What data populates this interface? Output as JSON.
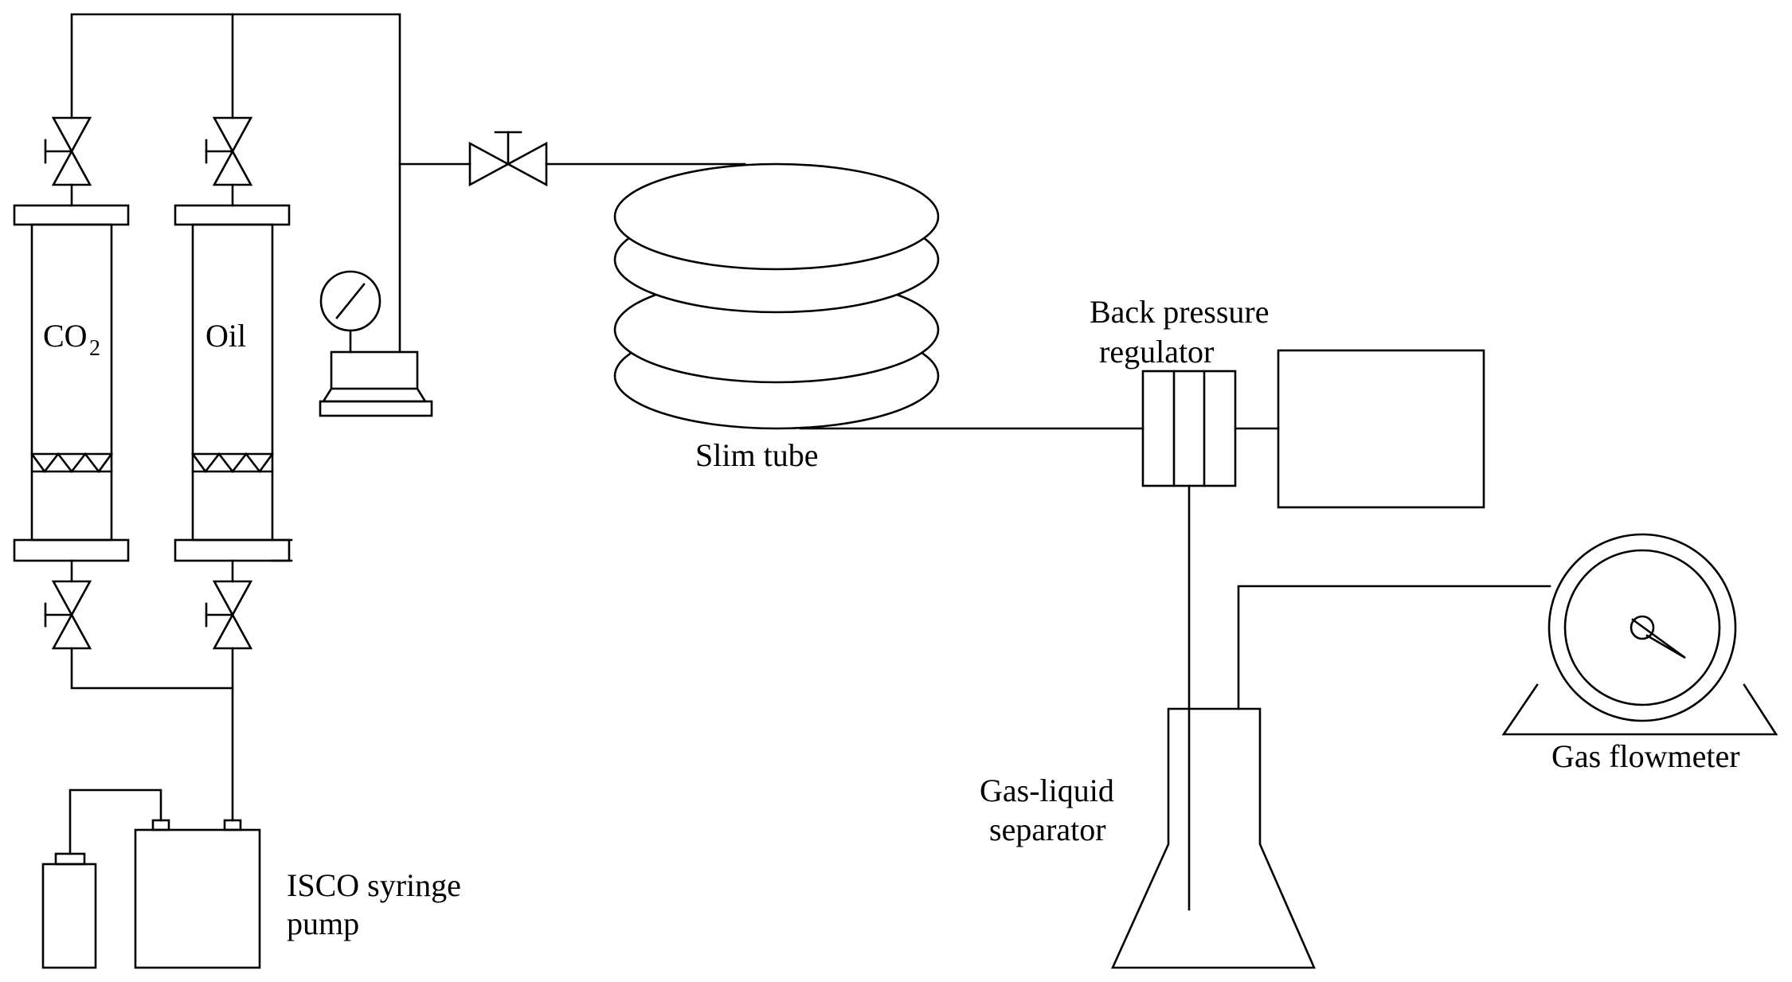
{
  "labels": {
    "co2": "CO",
    "co2_subscript": "2",
    "oil": "Oil",
    "slim_tube": "Slim tube",
    "bpr_line1": "Back pressure",
    "bpr_line2": "regulator",
    "gas_liquid_line1": "Gas-liquid",
    "gas_liquid_line2": "separator",
    "gas_flowmeter": "Gas flowmeter",
    "isco_line1": "ISCO syringe",
    "isco_line2": "pump"
  }
}
